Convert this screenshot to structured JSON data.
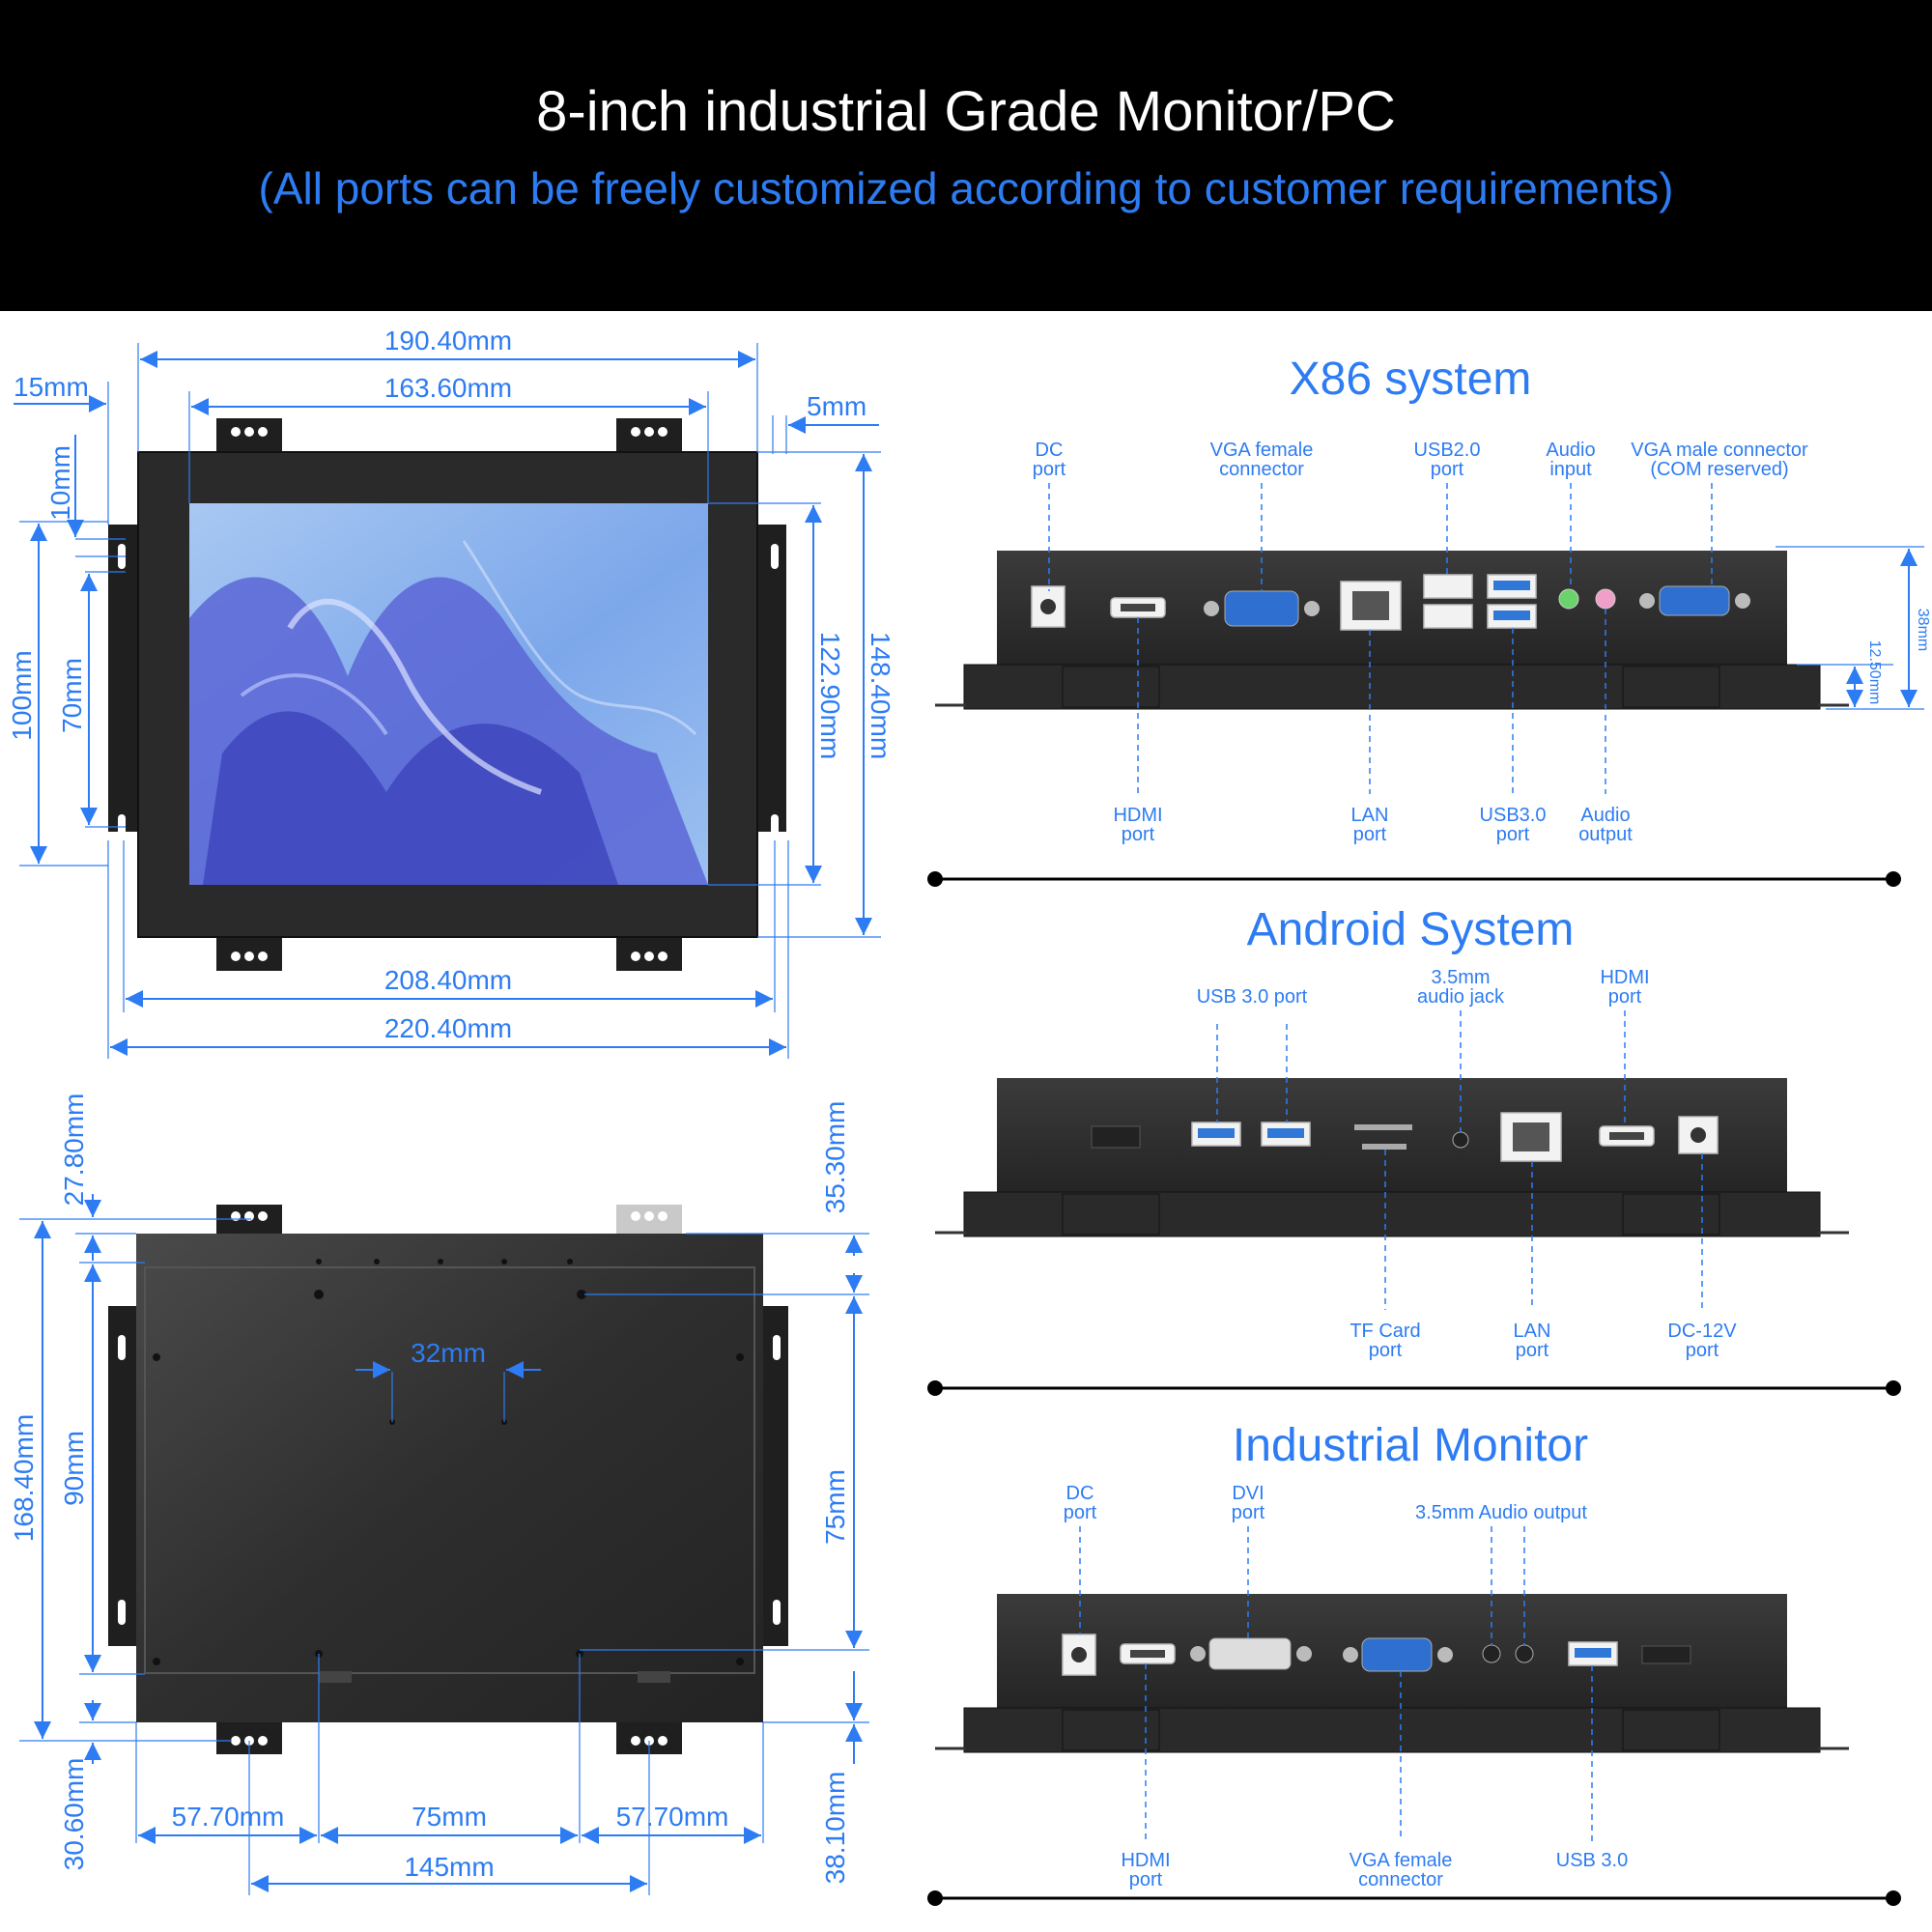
{
  "header": {
    "title": "8-inch industrial Grade Monitor/PC",
    "subtitle": "(All ports can be freely customized according to customer requirements)"
  },
  "front_view": {
    "width_190": "190.40mm",
    "width_163": "163.60mm",
    "left_15": "15mm",
    "right_5": "5mm",
    "top_10": "10mm",
    "h_100": "100mm",
    "h_70": "70mm",
    "h_122": "122.90mm",
    "h_148": "148.40mm",
    "w_208": "208.40mm",
    "w_220": "220.40mm"
  },
  "back_view": {
    "d_27": "27.80mm",
    "d_35": "35.30mm",
    "d_32": "32mm",
    "h_168": "168.40mm",
    "h_90": "90mm",
    "h_75": "75mm",
    "d_30": "30.60mm",
    "d_38": "38.10mm",
    "w_57a": "57.70mm",
    "w_75": "75mm",
    "w_57b": "57.70mm",
    "w_145": "145mm"
  },
  "x86": {
    "title": "X86 system",
    "top_labels": [
      [
        "DC",
        "port"
      ],
      [
        "VGA female",
        "connector"
      ],
      [
        "USB2.0",
        "port"
      ],
      [
        "Audio",
        "input"
      ],
      [
        "VGA male connector",
        "(COM reserved)"
      ]
    ],
    "bottom_labels": [
      [
        "HDMI",
        "port"
      ],
      [
        "LAN",
        "port"
      ],
      [
        "USB3.0",
        "port"
      ],
      [
        "Audio",
        "output"
      ]
    ],
    "dim_38": "38mm",
    "dim_12": "12.50mm"
  },
  "android": {
    "title": "Android System",
    "top_labels": [
      [
        "USB 3.0 port",
        ""
      ],
      [
        "3.5mm",
        "audio jack"
      ],
      [
        "HDMI",
        "port"
      ]
    ],
    "bottom_labels": [
      [
        "TF Card",
        "port"
      ],
      [
        "LAN",
        "port"
      ],
      [
        "DC-12V",
        "port"
      ]
    ]
  },
  "monitor": {
    "title": "Industrial Monitor",
    "top_labels": [
      [
        "DC",
        "port"
      ],
      [
        "DVI",
        "port"
      ],
      [
        "3.5mm Audio output",
        ""
      ]
    ],
    "bottom_labels": [
      [
        "HDMI",
        "port"
      ],
      [
        "VGA female",
        "connector"
      ],
      [
        "USB 3.0",
        ""
      ]
    ]
  },
  "colors": {
    "accent": "#2d7cf3",
    "banner": "#000000",
    "device": "#2b2b2b"
  }
}
